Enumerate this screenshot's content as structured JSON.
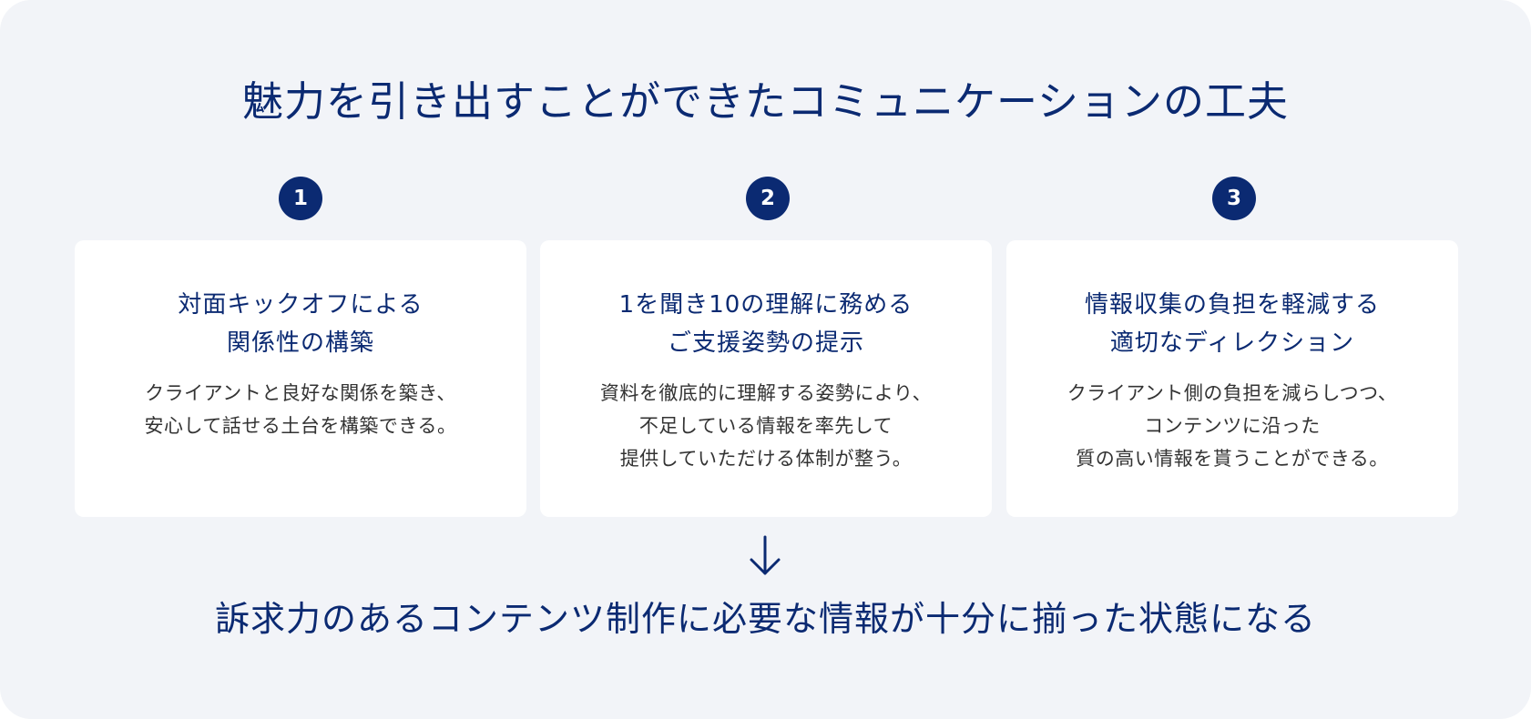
{
  "title": "魅力を引き出すことができたコミュニケーションの工夫",
  "steps": [
    {
      "number": "1",
      "heading": [
        "対面キックオフによる",
        "関係性の構築"
      ],
      "body": [
        "クライアントと良好な関係を築き、",
        "安心して話せる土台を構築できる。"
      ]
    },
    {
      "number": "2",
      "heading": [
        "1を聞き10の理解に務める",
        "ご支援姿勢の提示"
      ],
      "body": [
        "資料を徹底的に理解する姿勢により、",
        "不足している情報を率先して",
        "提供していただける体制が整う。"
      ]
    },
    {
      "number": "3",
      "heading": [
        "情報収集の負担を軽減する",
        "適切なディレクション"
      ],
      "body": [
        "クライアント側の負担を減らしつつ、",
        "コンテンツに沿った",
        "質の高い情報を貰うことができる。"
      ]
    }
  ],
  "arrow_icon": "arrow-down-icon",
  "conclusion": "訴求力のあるコンテンツ制作に必要な情報が十分に揃った状態になる",
  "colors": {
    "navy": "#0b2a72",
    "panel_bg": "#f2f4f8",
    "card_bg": "#ffffff",
    "body_text": "#333333"
  }
}
